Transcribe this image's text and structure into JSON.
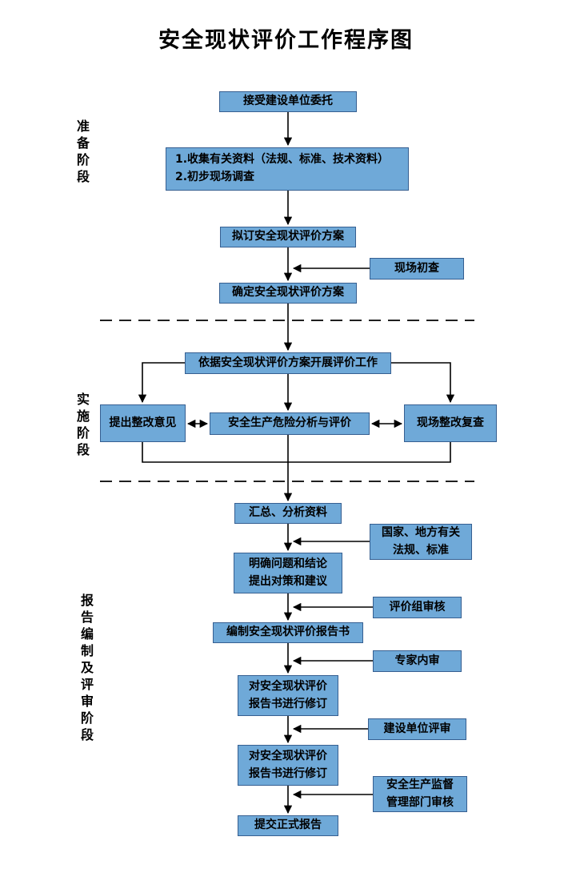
{
  "title": "安全现状评价工作程序图",
  "colors": {
    "box_fill": "#6FA9D8",
    "box_border": "#365F91",
    "line": "#000000"
  },
  "stages": [
    {
      "label": "准备阶段"
    },
    {
      "label": "实施阶段"
    },
    {
      "label": "报告编制及评审阶段"
    }
  ],
  "nodes": {
    "accept": "接受建设单位委托",
    "collect": "1.收集有关资料（法规、标准、技术资料）\n2.初步现场调查",
    "draft_plan": "拟订安全现状评价方案",
    "initial_site_check": "现场初查",
    "confirm_plan": "确定安全现状评价方案",
    "carry_out": "依据安全现状评价方案开展评价工作",
    "rectify_suggest": "提出整改意见",
    "hazard_analysis": "安全生产危险分析与评价",
    "site_recheck": "现场整改复查",
    "summarize": "汇总、分析资料",
    "laws": "国家、地方有关\n法规、标准",
    "clarify": "明确问题和结论\n提出对策和建议",
    "review_team": "评价组审核",
    "compile_report": "编制安全现状评价报告书",
    "expert_review": "专家内审",
    "revise1": "对安全现状评价\n报告书进行修订",
    "client_review": "建设单位评审",
    "revise2": "对安全现状评价\n报告书进行修订",
    "authority_review": "安全生产监督\n管理部门审核",
    "submit": "提交正式报告"
  }
}
